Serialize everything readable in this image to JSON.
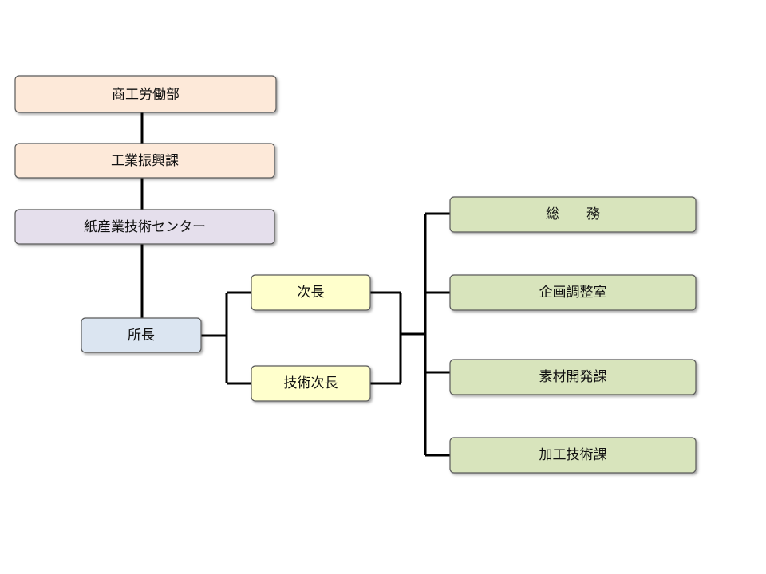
{
  "colors": {
    "upper": "#fde9d9",
    "center": "#e5dfec",
    "director": "#dbe5f1",
    "deputy": "#ffffcc",
    "section": "#d8e4bc",
    "line": "#000000"
  },
  "nodes": {
    "commerce_labor_dept": "商工労働部",
    "industry_promotion_div": "工業振興課",
    "paper_tech_center": "紙産業技術センター",
    "director": "所長",
    "deputy_director": "次長",
    "technical_deputy_director": "技術次長",
    "general_affairs": "総　　務",
    "planning_office": "企画調整室",
    "materials_dev_div": "素材開発課",
    "processing_tech_div": "加工技術課"
  }
}
